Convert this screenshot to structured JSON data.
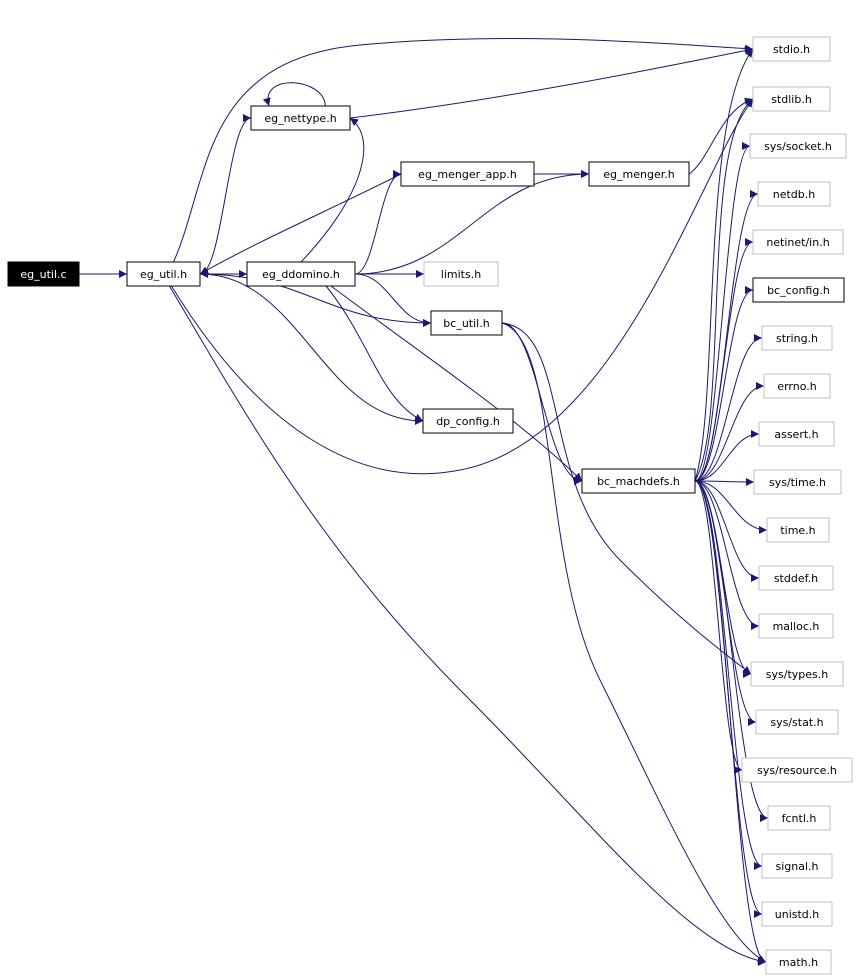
{
  "graph": {
    "colors": {
      "edge": "#191970",
      "node_border_internal": "#000000",
      "node_border_external": "#bfbfbf",
      "root_fill": "#000000",
      "root_text": "#ffffff",
      "text": "#000000"
    },
    "nodes": [
      {
        "id": "eg_util_c",
        "label": "eg_util.c",
        "kind": "root"
      },
      {
        "id": "eg_util_h",
        "label": "eg_util.h",
        "kind": "internal"
      },
      {
        "id": "eg_nettype_h",
        "label": "eg_nettype.h",
        "kind": "internal"
      },
      {
        "id": "eg_menger_app_h",
        "label": "eg_menger_app.h",
        "kind": "internal"
      },
      {
        "id": "eg_menger_h",
        "label": "eg_menger.h",
        "kind": "internal"
      },
      {
        "id": "eg_ddomino_h",
        "label": "eg_ddomino.h",
        "kind": "internal"
      },
      {
        "id": "limits_h",
        "label": "limits.h",
        "kind": "external"
      },
      {
        "id": "bc_util_h",
        "label": "bc_util.h",
        "kind": "internal"
      },
      {
        "id": "dp_config_h",
        "label": "dp_config.h",
        "kind": "internal"
      },
      {
        "id": "bc_machdefs_h",
        "label": "bc_machdefs.h",
        "kind": "internal"
      },
      {
        "id": "stdio_h",
        "label": "stdio.h",
        "kind": "external"
      },
      {
        "id": "stdlib_h",
        "label": "stdlib.h",
        "kind": "external"
      },
      {
        "id": "sys_socket_h",
        "label": "sys/socket.h",
        "kind": "external"
      },
      {
        "id": "netdb_h",
        "label": "netdb.h",
        "kind": "external"
      },
      {
        "id": "netinet_in_h",
        "label": "netinet/in.h",
        "kind": "external"
      },
      {
        "id": "bc_config_h",
        "label": "bc_config.h",
        "kind": "internal"
      },
      {
        "id": "string_h",
        "label": "string.h",
        "kind": "external"
      },
      {
        "id": "errno_h",
        "label": "errno.h",
        "kind": "external"
      },
      {
        "id": "assert_h",
        "label": "assert.h",
        "kind": "external"
      },
      {
        "id": "sys_time_h",
        "label": "sys/time.h",
        "kind": "external"
      },
      {
        "id": "time_h",
        "label": "time.h",
        "kind": "external"
      },
      {
        "id": "stddef_h",
        "label": "stddef.h",
        "kind": "external"
      },
      {
        "id": "malloc_h",
        "label": "malloc.h",
        "kind": "external"
      },
      {
        "id": "sys_types_h",
        "label": "sys/types.h",
        "kind": "external"
      },
      {
        "id": "sys_stat_h",
        "label": "sys/stat.h",
        "kind": "external"
      },
      {
        "id": "sys_resource_h",
        "label": "sys/resource.h",
        "kind": "external"
      },
      {
        "id": "fcntl_h",
        "label": "fcntl.h",
        "kind": "external"
      },
      {
        "id": "signal_h",
        "label": "signal.h",
        "kind": "external"
      },
      {
        "id": "unistd_h",
        "label": "unistd.h",
        "kind": "external"
      },
      {
        "id": "math_h",
        "label": "math.h",
        "kind": "external"
      }
    ],
    "edges": [
      [
        "eg_util_c",
        "eg_util_h"
      ],
      [
        "eg_util_h",
        "stdio_h"
      ],
      [
        "eg_util_h",
        "eg_nettype_h"
      ],
      [
        "eg_util_h",
        "eg_ddomino_h"
      ],
      [
        "eg_util_h",
        "bc_util_h"
      ],
      [
        "eg_util_h",
        "dp_config_h"
      ],
      [
        "eg_util_h",
        "stdlib_h"
      ],
      [
        "eg_util_h",
        "math_h"
      ],
      [
        "eg_nettype_h",
        "eg_nettype_h"
      ],
      [
        "eg_nettype_h",
        "stdio_h"
      ],
      [
        "eg_ddomino_h",
        "eg_util_h"
      ],
      [
        "eg_ddomino_h",
        "eg_menger_app_h"
      ],
      [
        "eg_ddomino_h",
        "eg_menger_h"
      ],
      [
        "eg_ddomino_h",
        "limits_h"
      ],
      [
        "eg_ddomino_h",
        "bc_util_h"
      ],
      [
        "eg_ddomino_h",
        "dp_config_h"
      ],
      [
        "eg_ddomino_h",
        "eg_nettype_h"
      ],
      [
        "eg_ddomino_h",
        "bc_machdefs_h"
      ],
      [
        "eg_menger_app_h",
        "eg_util_h"
      ],
      [
        "eg_menger_app_h",
        "eg_menger_h"
      ],
      [
        "eg_menger_h",
        "stdlib_h"
      ],
      [
        "bc_util_h",
        "bc_machdefs_h"
      ],
      [
        "bc_util_h",
        "math_h"
      ],
      [
        "bc_util_h",
        "sys_types_h"
      ],
      [
        "bc_machdefs_h",
        "stdio_h"
      ],
      [
        "bc_machdefs_h",
        "stdlib_h"
      ],
      [
        "bc_machdefs_h",
        "sys_socket_h"
      ],
      [
        "bc_machdefs_h",
        "netdb_h"
      ],
      [
        "bc_machdefs_h",
        "netinet_in_h"
      ],
      [
        "bc_machdefs_h",
        "bc_config_h"
      ],
      [
        "bc_machdefs_h",
        "string_h"
      ],
      [
        "bc_machdefs_h",
        "errno_h"
      ],
      [
        "bc_machdefs_h",
        "assert_h"
      ],
      [
        "bc_machdefs_h",
        "sys_time_h"
      ],
      [
        "bc_machdefs_h",
        "time_h"
      ],
      [
        "bc_machdefs_h",
        "stddef_h"
      ],
      [
        "bc_machdefs_h",
        "malloc_h"
      ],
      [
        "bc_machdefs_h",
        "sys_types_h"
      ],
      [
        "bc_machdefs_h",
        "sys_stat_h"
      ],
      [
        "bc_machdefs_h",
        "sys_resource_h"
      ],
      [
        "bc_machdefs_h",
        "fcntl_h"
      ],
      [
        "bc_machdefs_h",
        "signal_h"
      ],
      [
        "bc_machdefs_h",
        "unistd_h"
      ],
      [
        "bc_machdefs_h",
        "math_h"
      ]
    ]
  }
}
